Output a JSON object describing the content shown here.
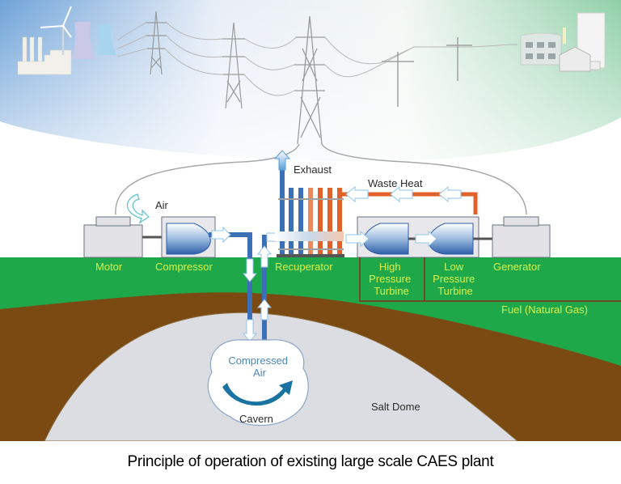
{
  "caption": "Principle of operation of existing large scale CAES plant",
  "labels": {
    "air": "Air",
    "exhaust": "Exhaust",
    "waste_heat": "Waste Heat",
    "motor": "Motor",
    "compressor": "Compressor",
    "recuperator": "Recuperator",
    "hp_turbine": [
      "High",
      "Pressure",
      "Turbine"
    ],
    "lp_turbine": [
      "Low",
      "Pressure",
      "Turbine"
    ],
    "generator": "Generator",
    "fuel": "Fuel (Natural Gas)",
    "compressed_air": [
      "Compressed",
      "Air"
    ],
    "cavern": "Cavern",
    "salt_dome": "Salt Dome"
  },
  "colors": {
    "ground_green": "#1fa84a",
    "soil_brown": "#7a4a12",
    "salt_gray": "#dcdde2",
    "label_yellow": "#d9f04a",
    "pipe_blue": "#3d6fb6",
    "pipe_orange": "#e0612a",
    "sky_blue": "#6fa3d8",
    "sky_green": "#8fd0a8"
  }
}
